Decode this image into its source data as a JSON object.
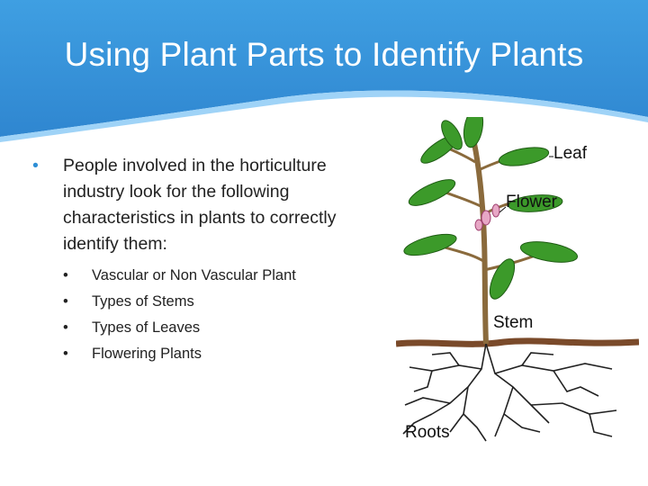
{
  "slide": {
    "title": "Using Plant Parts to Identify Plants",
    "main_bullet": "People involved in the horticulture industry look for the following characteristics in plants to correctly identify them:",
    "sub_bullets": [
      "Vascular or Non Vascular Plant",
      "Types of Stems",
      "Types of Leaves",
      "Flowering Plants"
    ],
    "bullet_char": "•"
  },
  "figure": {
    "labels": {
      "leaf": "Leaf",
      "flower": "Flower",
      "stem": "Stem",
      "roots": "Roots"
    }
  },
  "colors": {
    "header_blue": "#2e8fd6",
    "header_light": "#9fd3f7",
    "leaf_green": "#3c9a2a",
    "stem_brown": "#8a6a3c",
    "soil_brown": "#7a4a2a"
  }
}
